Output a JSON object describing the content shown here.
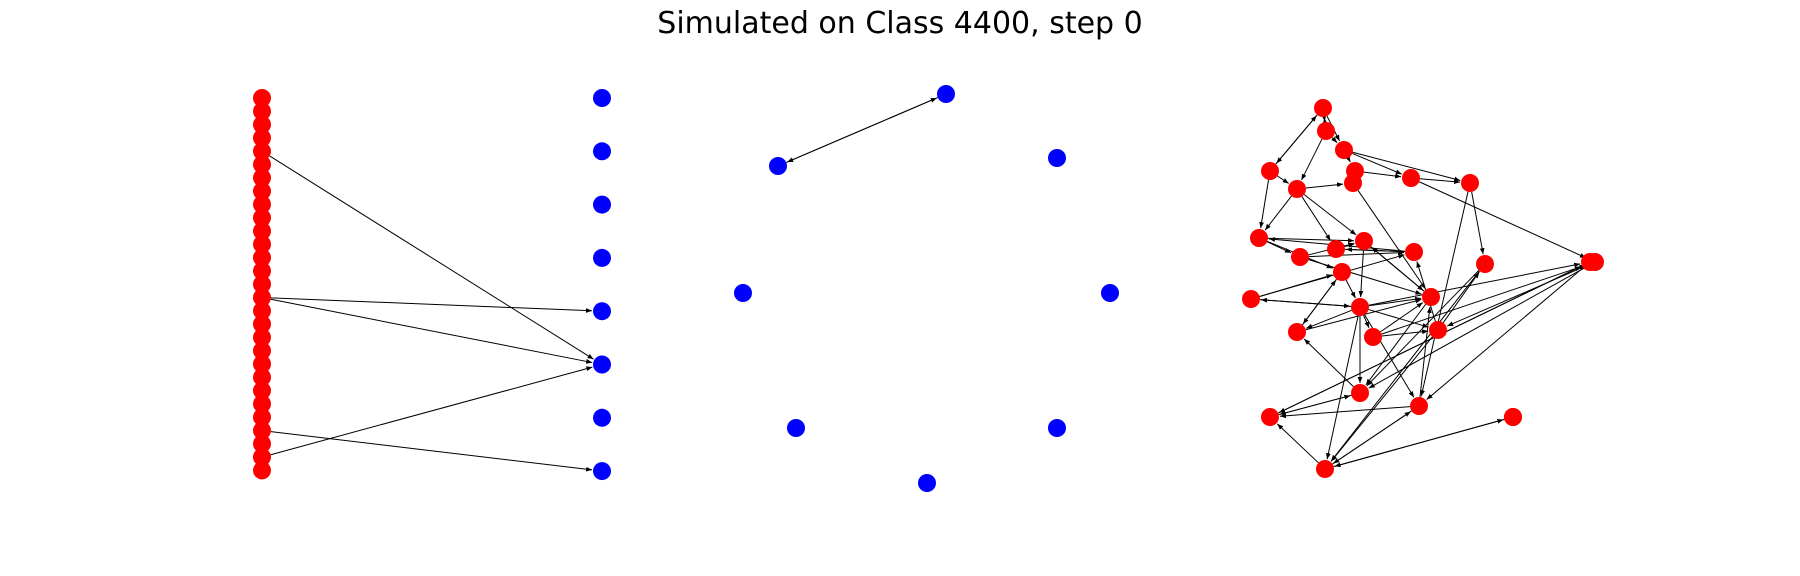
{
  "figure": {
    "title": "Simulated on Class 4400, step 0",
    "colors": {
      "red_node": "#ff0000",
      "blue_node": "#0000ff",
      "edge": "#000000"
    }
  },
  "panels": [
    {
      "id": "bipartite",
      "nodes": [
        {
          "id": "r0",
          "c": "red"
        },
        {
          "id": "r1",
          "c": "red"
        },
        {
          "id": "r2",
          "c": "red"
        },
        {
          "id": "r3",
          "c": "red"
        },
        {
          "id": "r4",
          "c": "red"
        },
        {
          "id": "r5",
          "c": "red"
        },
        {
          "id": "r6",
          "c": "red"
        },
        {
          "id": "r7",
          "c": "red"
        },
        {
          "id": "r8",
          "c": "red"
        },
        {
          "id": "r9",
          "c": "red"
        },
        {
          "id": "r10",
          "c": "red"
        },
        {
          "id": "r11",
          "c": "red"
        },
        {
          "id": "r12",
          "c": "red"
        },
        {
          "id": "r13",
          "c": "red"
        },
        {
          "id": "r14",
          "c": "red"
        },
        {
          "id": "r15",
          "c": "red"
        },
        {
          "id": "r16",
          "c": "red"
        },
        {
          "id": "r17",
          "c": "red"
        },
        {
          "id": "r18",
          "c": "red"
        },
        {
          "id": "r19",
          "c": "red"
        },
        {
          "id": "r20",
          "c": "red"
        },
        {
          "id": "r21",
          "c": "red"
        },
        {
          "id": "r22",
          "c": "red"
        },
        {
          "id": "r23",
          "c": "red"
        },
        {
          "id": "r24",
          "c": "red"
        },
        {
          "id": "r25",
          "c": "red"
        },
        {
          "id": "r26",
          "c": "red"
        },
        {
          "id": "r27",
          "c": "red"
        },
        {
          "id": "r28",
          "c": "red"
        },
        {
          "id": "b0",
          "c": "blue"
        },
        {
          "id": "b1",
          "c": "blue"
        },
        {
          "id": "b2",
          "c": "blue"
        },
        {
          "id": "b3",
          "c": "blue"
        },
        {
          "id": "b4",
          "c": "blue"
        },
        {
          "id": "b5",
          "c": "blue"
        },
        {
          "id": "b6",
          "c": "blue"
        },
        {
          "id": "b7",
          "c": "blue"
        }
      ],
      "edges": [
        [
          "r4",
          "b5"
        ],
        [
          "r15",
          "b4"
        ],
        [
          "r15",
          "b5"
        ],
        [
          "r25",
          "b7"
        ],
        [
          "r27",
          "b5"
        ]
      ]
    },
    {
      "id": "ring",
      "nodes": [
        {
          "id": "c0",
          "c": "blue"
        },
        {
          "id": "c1",
          "c": "blue"
        },
        {
          "id": "c2",
          "c": "blue"
        },
        {
          "id": "c3",
          "c": "blue"
        },
        {
          "id": "c4",
          "c": "blue"
        },
        {
          "id": "c5",
          "c": "blue"
        },
        {
          "id": "c6",
          "c": "blue"
        },
        {
          "id": "c7",
          "c": "blue"
        }
      ],
      "edges": [
        [
          "c1",
          "c0"
        ],
        [
          "c0",
          "c1"
        ]
      ]
    },
    {
      "id": "network",
      "nodes": [
        {
          "id": "n0",
          "c": "red"
        },
        {
          "id": "n1",
          "c": "red"
        },
        {
          "id": "n2",
          "c": "red"
        },
        {
          "id": "n3",
          "c": "red"
        },
        {
          "id": "n4",
          "c": "red"
        },
        {
          "id": "n5",
          "c": "red"
        },
        {
          "id": "n6",
          "c": "red"
        },
        {
          "id": "n7",
          "c": "red"
        },
        {
          "id": "n8",
          "c": "red"
        },
        {
          "id": "n9",
          "c": "red"
        },
        {
          "id": "n10",
          "c": "red"
        },
        {
          "id": "n11",
          "c": "red"
        },
        {
          "id": "n12",
          "c": "red"
        },
        {
          "id": "n13",
          "c": "red"
        },
        {
          "id": "n14",
          "c": "red"
        },
        {
          "id": "n15",
          "c": "red"
        },
        {
          "id": "n16",
          "c": "red"
        },
        {
          "id": "n17",
          "c": "red"
        },
        {
          "id": "n18",
          "c": "red"
        },
        {
          "id": "n19",
          "c": "red"
        },
        {
          "id": "n20",
          "c": "red"
        },
        {
          "id": "n21",
          "c": "red"
        },
        {
          "id": "n22",
          "c": "red"
        },
        {
          "id": "n23",
          "c": "red"
        },
        {
          "id": "n24",
          "c": "red"
        },
        {
          "id": "n25",
          "c": "red"
        },
        {
          "id": "n26",
          "c": "red"
        },
        {
          "id": "n27",
          "c": "red"
        },
        {
          "id": "n28",
          "c": "red"
        },
        {
          "id": "n29",
          "c": "red"
        }
      ],
      "edges": [
        [
          "n0",
          "n1"
        ],
        [
          "n1",
          "n0"
        ],
        [
          "n1",
          "n2"
        ],
        [
          "n2",
          "n4"
        ],
        [
          "n0",
          "n3"
        ],
        [
          "n3",
          "n0"
        ],
        [
          "n1",
          "n5"
        ],
        [
          "n2",
          "n7"
        ],
        [
          "n4",
          "n7"
        ],
        [
          "n7",
          "n8"
        ],
        [
          "n8",
          "n9"
        ],
        [
          "n7",
          "n10"
        ],
        [
          "n3",
          "n5"
        ],
        [
          "n5",
          "n6"
        ],
        [
          "n5",
          "n13"
        ],
        [
          "n5",
          "n14"
        ],
        [
          "n11",
          "n12"
        ],
        [
          "n11",
          "n15"
        ],
        [
          "n12",
          "n14"
        ],
        [
          "n13",
          "n14"
        ],
        [
          "n14",
          "n17"
        ],
        [
          "n14",
          "n20"
        ],
        [
          "n15",
          "n17"
        ],
        [
          "n17",
          "n20"
        ],
        [
          "n17",
          "n18"
        ],
        [
          "n17",
          "n19"
        ],
        [
          "n17",
          "n21"
        ],
        [
          "n17",
          "n22"
        ],
        [
          "n17",
          "n23"
        ],
        [
          "n17",
          "n24"
        ],
        [
          "n17",
          "n26"
        ],
        [
          "n17",
          "n29"
        ],
        [
          "n18",
          "n15"
        ],
        [
          "n18",
          "n16"
        ],
        [
          "n19",
          "n15"
        ],
        [
          "n20",
          "n14"
        ],
        [
          "n21",
          "n22"
        ],
        [
          "n22",
          "n26"
        ],
        [
          "n23",
          "n25"
        ],
        [
          "n24",
          "n26"
        ],
        [
          "n25",
          "n23"
        ],
        [
          "n26",
          "n28"
        ],
        [
          "n26",
          "n24"
        ],
        [
          "n27",
          "n26"
        ],
        [
          "n29",
          "n25"
        ],
        [
          "n11",
          "n14"
        ],
        [
          "n12",
          "n20"
        ],
        [
          "n13",
          "n16"
        ],
        [
          "n15",
          "n19"
        ],
        [
          "n16",
          "n13"
        ],
        [
          "n16",
          "n11"
        ],
        [
          "n18",
          "n17"
        ],
        [
          "n19",
          "n20"
        ],
        [
          "n20",
          "n23"
        ],
        [
          "n21",
          "n10"
        ],
        [
          "n22",
          "n16"
        ],
        [
          "n23",
          "n19"
        ],
        [
          "n24",
          "n20"
        ],
        [
          "n26",
          "n25"
        ],
        [
          "n29",
          "n24"
        ],
        [
          "n9",
          "n23"
        ],
        [
          "n10",
          "n22"
        ],
        [
          "n8",
          "n24"
        ],
        [
          "n6",
          "n20"
        ],
        [
          "n4",
          "n6"
        ],
        [
          "n2",
          "n8"
        ],
        [
          "n12",
          "n16"
        ],
        [
          "n21",
          "n20"
        ],
        [
          "n9",
          "n26"
        ],
        [
          "n10",
          "n23"
        ],
        [
          "n22",
          "n9"
        ],
        [
          "n0",
          "n2"
        ],
        [
          "n3",
          "n11"
        ],
        [
          "n5",
          "n11"
        ],
        [
          "n24",
          "n25"
        ],
        [
          "n25",
          "n29"
        ]
      ]
    }
  ]
}
